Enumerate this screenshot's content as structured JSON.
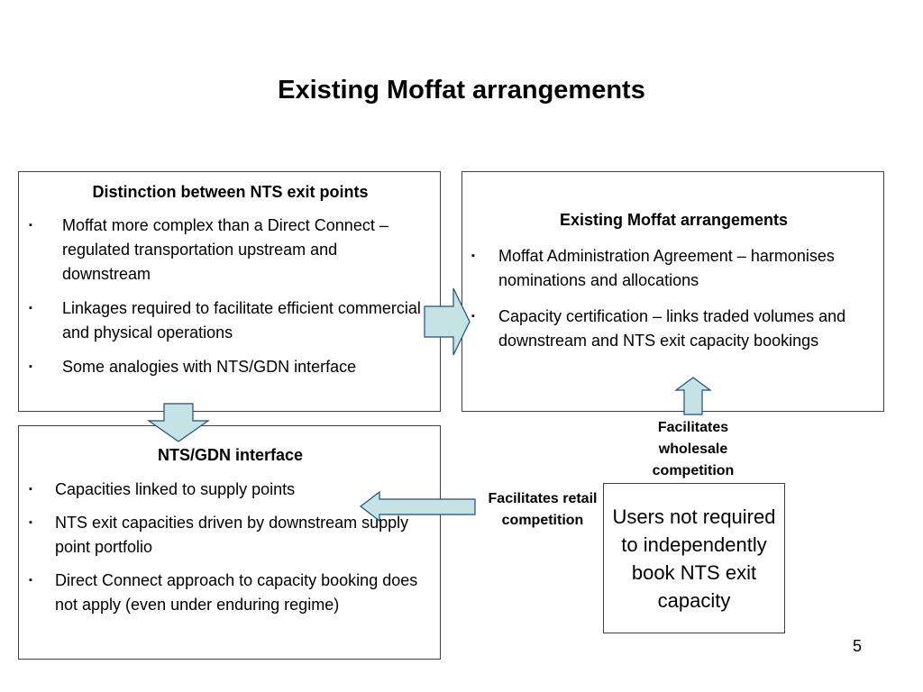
{
  "slide": {
    "title": "Existing Moffat arrangements",
    "page_number": "5"
  },
  "box_distinction": {
    "heading": "Distinction between NTS exit points",
    "bullets": [
      "Moffat more complex than a Direct Connect – regulated transportation upstream and downstream",
      "Linkages required to facilitate efficient commercial and physical operations",
      "Some analogies with NTS/GDN interface"
    ]
  },
  "box_existing": {
    "heading": "Existing Moffat arrangements",
    "bullets": [
      "Moffat Administration Agreement – harmonises nominations and allocations",
      "Capacity certification – links traded volumes and downstream and NTS exit capacity bookings"
    ]
  },
  "box_gdn": {
    "heading": "NTS/GDN interface",
    "bullets": [
      "Capacities linked to supply points",
      "NTS exit capacities driven by downstream supply point portfolio",
      "Direct Connect approach to capacity booking does not apply (even under enduring regime)"
    ]
  },
  "box_users": {
    "text": "Users not required to independently book NTS exit capacity"
  },
  "labels": {
    "wholesale": "Facilitates wholesale competition",
    "retail": "Facilitates retail competition"
  },
  "bullet_glyph": "▪",
  "colors": {
    "arrow_fill": "#c5e3e5",
    "arrow_stroke": "#1f4e79",
    "box_border": "#404040"
  }
}
